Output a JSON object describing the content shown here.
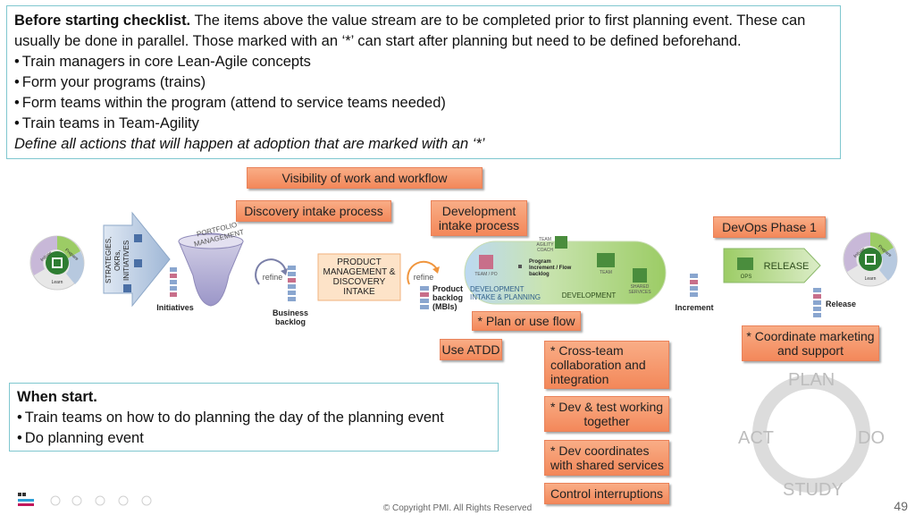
{
  "checklist": {
    "heading": "Before starting checklist.",
    "intro": " The items above the value stream are to be completed prior to first planning event. These can usually be done in parallel. Those marked with an ‘*’ can start after planning but need to be defined beforehand.",
    "items": [
      "Train managers in core Lean-Agile concepts",
      "Form your programs (trains)",
      "Form teams within the program (attend to service teams needed)",
      "Train teams in Team-Agility"
    ],
    "closing": "Define all actions that will happen at adoption that are marked with an ‘*’"
  },
  "callouts": {
    "visibility": "Visibility of work and workflow",
    "discovery": "Discovery  intake process",
    "dev_intake": "Development intake process",
    "devops": "DevOps Phase 1",
    "plan_flow": "* Plan or use flow",
    "atdd": "Use ATDD",
    "cross_team": "* Cross-team collaboration and integration",
    "dev_test": "* Dev & test working together",
    "dev_coord": "* Dev coordinates with shared services",
    "interruptions": "Control interruptions",
    "marketing": "* Coordinate marketing and support"
  },
  "diagram": {
    "strategies": "STRATEGIES, OKRs, INITIATIVES",
    "portfolio": "PORTFOLIO MANAGEMENT",
    "initiatives": "Initiatives",
    "refine1": "refine",
    "business_backlog": "Business backlog",
    "product_mgmt": "PRODUCT MANAGEMENT & DISCOVERY INTAKE",
    "refine2": "refine",
    "product_backlog": "Product backlog (MBIs)",
    "team_agility_coach": "TEAM AGILITY COACH",
    "team_po": "TEAM / PO",
    "program_increment": "Program Increment / Flow backlog",
    "team": "TEAM",
    "dev_intake_planning": "DEVELOPMENT INTAKE & PLANNING",
    "development": "DEVELOPMENT",
    "shared_services": "SHARED SERVICES",
    "increment": "Increment",
    "ops": "OPS",
    "release_label": "RELEASE",
    "release": "Release",
    "circle_words": [
      "Initiate",
      "Prepare",
      "Learn"
    ]
  },
  "pdsa": {
    "plan": "PLAN",
    "do": "DO",
    "study": "STUDY",
    "act": "ACT"
  },
  "whenstart": {
    "heading": "When start.",
    "items": [
      "Train teams on how to do planning the day of the planning event",
      "Do planning event"
    ]
  },
  "footer": {
    "copyright": "© Copyright PMI. All Rights Reserved",
    "page": "49"
  },
  "colors": {
    "callout": "#f3885a",
    "box_border": "#7fc7cf",
    "dev_band": "#9ccc65",
    "pdsa": "#bdbdbd"
  }
}
